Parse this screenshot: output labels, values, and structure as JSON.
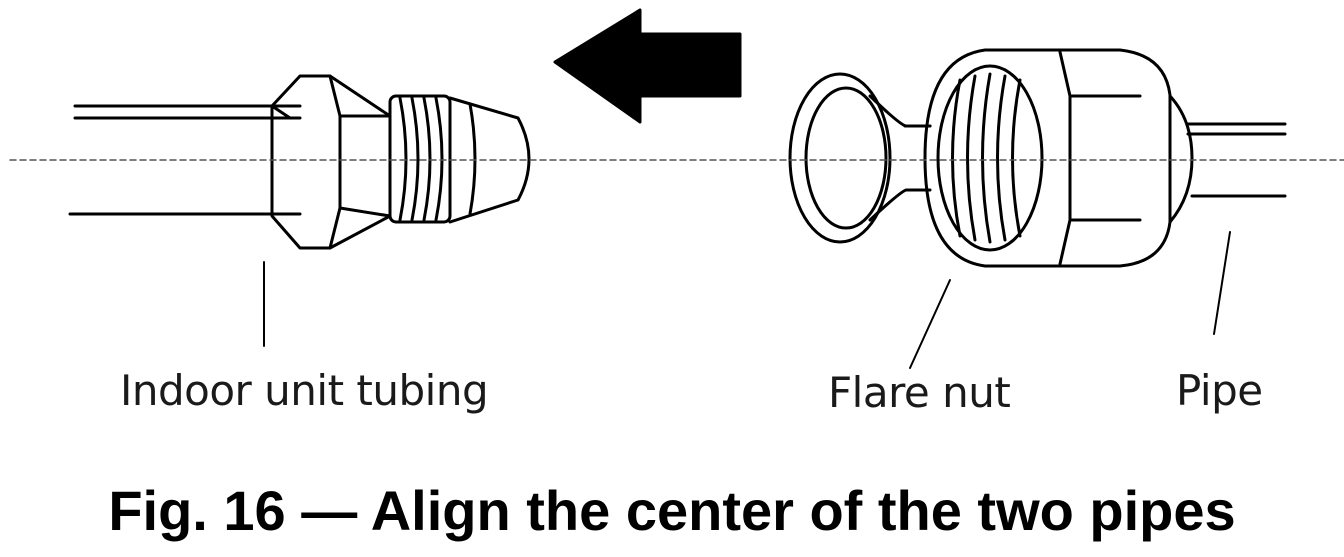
{
  "labels": {
    "indoor_unit_tubing": "Indoor unit tubing",
    "flare_nut": "Flare nut",
    "pipe": "Pipe"
  },
  "caption": "Fig. 16 — Align the center of the two pipes",
  "colors": {
    "line": "#000000",
    "arrow": "#000000",
    "centerline": "#555555",
    "background": "#ffffff"
  }
}
